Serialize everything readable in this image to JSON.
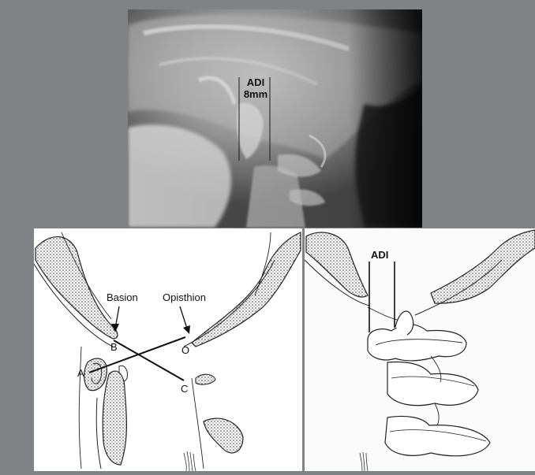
{
  "xray": {
    "adi_label": "ADI",
    "adi_value": "8mm"
  },
  "left_drawing": {
    "basion_label": "Basion",
    "opisthion_label": "Opisthion",
    "point_a": "A",
    "point_b": "B",
    "point_o": "O",
    "point_c": "C"
  },
  "right_drawing": {
    "adi_label": "ADI"
  }
}
